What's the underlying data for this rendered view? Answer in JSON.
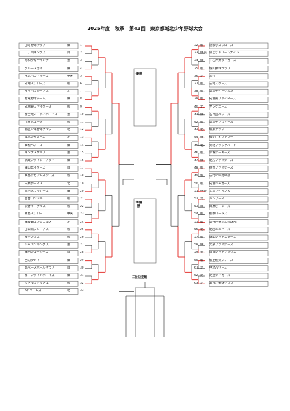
{
  "title": "2025年度　秋季　第43回　東京都城北少年野球大会",
  "labels": {
    "final": "優勝",
    "semifinal": "準優勝",
    "third": "三位決定戦"
  },
  "colors": {
    "win": "#e53935",
    "line": "#222222"
  },
  "left_teams": [
    {
      "seed": "1",
      "name": "田町野球クラブ",
      "area": "練"
    },
    {
      "seed": "2",
      "name": "二丁目キングス",
      "area": "目"
    },
    {
      "seed": "3",
      "name": "昭和かなやキング",
      "area": "豊"
    },
    {
      "seed": "4",
      "name": "グルースカイ",
      "area": "練"
    },
    {
      "seed": "5",
      "name": "中北バンディーズ",
      "area": "中央"
    },
    {
      "seed": "6",
      "name": "成増スワローズ",
      "area": "板"
    },
    {
      "seed": "7",
      "name": "マッハブレーブス",
      "area": "北"
    },
    {
      "seed": "8",
      "name": "松竜野球チーム",
      "area": "練"
    },
    {
      "seed": "9",
      "name": "成増東ファイターズ",
      "area": "板"
    },
    {
      "seed": "10",
      "name": "富士見ノーティボーイズ",
      "area": "豊"
    },
    {
      "seed": "11",
      "name": "小豆沢エース",
      "area": "板"
    },
    {
      "seed": "12",
      "name": "北区少年野球クラブ",
      "area": "北"
    },
    {
      "seed": "13",
      "name": "本木ジャガーズ",
      "area": "足"
    },
    {
      "seed": "14",
      "name": "高松ベアーズ",
      "area": "練"
    },
    {
      "seed": "15",
      "name": "キングスウルフ",
      "area": "豊"
    },
    {
      "seed": "16",
      "name": "武蔵ファイターフライ",
      "area": "練"
    },
    {
      "seed": "17",
      "name": "東山エイターズ",
      "area": "目"
    },
    {
      "seed": "18",
      "name": "高島平セブンスターズ",
      "area": "板"
    },
    {
      "seed": "19",
      "name": "向原ボーイズ",
      "area": "北"
    },
    {
      "seed": "20",
      "name": "三宅スラッガーズ",
      "area": "練"
    },
    {
      "seed": "21",
      "name": "西台コンドル",
      "area": "板"
    },
    {
      "seed": "22",
      "name": "前野イーグルス",
      "area": "板"
    },
    {
      "seed": "23",
      "name": "青島スワロー",
      "area": "中央"
    },
    {
      "seed": "24",
      "name": "東綾瀬エンジェルス",
      "area": "足"
    },
    {
      "seed": "25",
      "name": "田口南ブレーブス",
      "area": "板"
    },
    {
      "seed": "26",
      "name": "桜キングス",
      "area": "板"
    },
    {
      "seed": "27",
      "name": "ジャパンキングス",
      "area": "豊"
    },
    {
      "seed": "28",
      "name": "東田ジューカーズ",
      "area": "目"
    },
    {
      "seed": "29",
      "name": "西向ウメイ",
      "area": "練"
    },
    {
      "seed": "30",
      "name": "北ベースボールクラブ",
      "area": "目"
    },
    {
      "seed": "31",
      "name": "亭一ファイトボーイズ",
      "area": "練"
    },
    {
      "seed": "32",
      "name": "リトルフィッシュ",
      "area": "板"
    },
    {
      "seed": "33",
      "name": "Kドリームズ",
      "area": "北"
    }
  ],
  "right_teams": [
    {
      "seed": "32",
      "name": "蓮根小スワローズ",
      "area": "板"
    },
    {
      "seed": "33",
      "name": "泉どきドリームナイン",
      "area": "中央"
    },
    {
      "seed": "34",
      "name": "下石神井ライガース",
      "area": "練"
    },
    {
      "seed": "35",
      "name": "城山野球クラブ",
      "area": "板"
    },
    {
      "seed": "36",
      "name": "三竹",
      "area": "足"
    },
    {
      "seed": "37",
      "name": "志村スターズ",
      "area": "板"
    },
    {
      "seed": "38",
      "name": "高島平イーグルス",
      "area": "板"
    },
    {
      "seed": "39",
      "name": "成増東ファイターズ",
      "area": "板"
    },
    {
      "seed": "40",
      "name": "ヤングエース",
      "area": "北"
    },
    {
      "seed": "41",
      "name": "石神田パワーズ",
      "area": "練"
    },
    {
      "seed": "42",
      "name": "高島平ブラザーズ",
      "area": "板"
    },
    {
      "seed": "43",
      "name": "城東クラブ",
      "area": "北"
    },
    {
      "seed": "44",
      "name": "緑ケ丘ビクトリー",
      "area": "練"
    },
    {
      "seed": "45",
      "name": "大北ブラックバード",
      "area": "北"
    },
    {
      "seed": "46",
      "name": "赤塚ターキーズ",
      "area": "板"
    },
    {
      "seed": "47",
      "name": "北方ファイターズ",
      "area": "練"
    },
    {
      "seed": "48",
      "name": "徳丸ファイターズ",
      "area": "板"
    },
    {
      "seed": "49",
      "name": "志村少年野球部",
      "area": "板"
    },
    {
      "seed": "50",
      "name": "成増ジャガーズ",
      "area": "板"
    },
    {
      "seed": "51",
      "name": "大島ライオンズ",
      "area": "中央"
    },
    {
      "seed": "52",
      "name": "バンブース",
      "area": "足"
    },
    {
      "seed": "53",
      "name": "目黒ピーターズ",
      "area": "目"
    },
    {
      "seed": "54",
      "name": "板橋ロータス",
      "area": "板"
    },
    {
      "seed": "55",
      "name": "高井戸東少年野球部",
      "area": "板"
    },
    {
      "seed": "56",
      "name": "北区ユニパース",
      "area": "北"
    },
    {
      "seed": "57",
      "name": "城山レッドスターズ",
      "area": "板"
    },
    {
      "seed": "58",
      "name": "大泉ファイターズ",
      "area": "練"
    },
    {
      "seed": "59",
      "name": "目白レッドソックス",
      "area": "豊"
    },
    {
      "seed": "60",
      "name": "板上板東フォース",
      "area": "板"
    },
    {
      "seed": "61",
      "name": "中北パワーズ",
      "area": "足"
    },
    {
      "seed": "62",
      "name": "足立タイガース",
      "area": "足"
    },
    {
      "seed": "63",
      "name": "あらき野球クラブ",
      "area": "足"
    }
  ]
}
